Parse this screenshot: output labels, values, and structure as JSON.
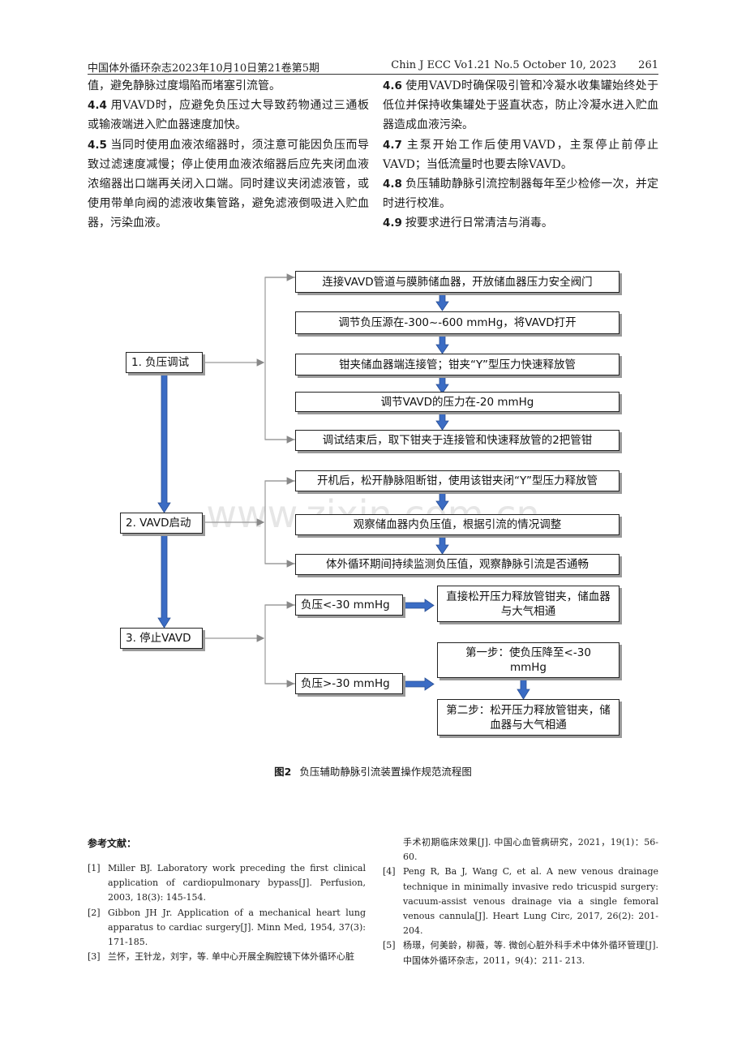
{
  "header": {
    "journal_cn": "中国体外循环杂志2023年10月10日第21卷第5期",
    "journal_en": "Chin J ECC Vo1.21 No.5 October 10, 2023",
    "page_number": "261"
  },
  "left_column": {
    "p0": "值，避免静脉过度塌陷而堵塞引流管。",
    "p1_num": "4.4",
    "p1": "用VAVD时，应避免负压过大导致药物通过三通板或输液端进入贮血器速度加快。",
    "p2_num": "4.5",
    "p2": "当同时使用血液浓缩器时，须注意可能因负压而导致过滤速度减慢；停止使用血液浓缩器后应先夹闭血液浓缩器出口端再关闭入口端。同时建议夹闭滤液管，或使用带单向阀的滤液收集管路，避免滤液倒吸进入贮血器，污染血液。"
  },
  "right_column": {
    "p1_num": "4.6",
    "p1": "使用VAVD时确保吸引管和冷凝水收集罐始终处于低位并保持收集罐处于竖直状态，防止冷凝水进入贮血器造成血液污染。",
    "p2_num": "4.7",
    "p2": "主泵开始工作后使用VAVD，主泵停止前停止VAVD；当低流量时也要去除VAVD。",
    "p3_num": "4.8",
    "p3": "负压辅助静脉引流控制器每年至少检修一次，并定时进行校准。",
    "p4_num": "4.9",
    "p4": "按要求进行日常清洁与消毒。"
  },
  "flowchart": {
    "stage1": "1. 负压调试",
    "stage2": "2. VAVD启动",
    "stage3": "3. 停止VAVD",
    "s1_steps": [
      "连接VAVD管道与膜肺储血器，开放储血器压力安全阀门",
      "调节负压源在-300~-600 mmHg，将VAVD打开",
      "钳夹储血器端连接管；钳夹“Y”型压力快速释放管",
      "调节VAVD的压力在-20 mmHg",
      "调试结束后，取下钳夹于连接管和快速释放管的2把管钳"
    ],
    "s2_steps": [
      "开机后，松开静脉阻断钳，使用该钳夹闭“Y”型压力释放管",
      "观察储血器内负压值，根据引流的情况调整",
      "体外循环期间持续监测负压值，观察静脉引流是否通畅"
    ],
    "cond_a": "负压<-30 mmHg",
    "cond_a_action": "直接松开压力释放管钳夹，储血器与大气相通",
    "cond_b": "负压>-30 mmHg",
    "cond_b_step1": "第一步：使负压降至<-30 mmHg",
    "cond_b_step2": "第二步：松开压力释放管钳夹，储血器与大气相通",
    "arrow_color": "#3b6cc4",
    "watermark": "www.zixin.com.cn"
  },
  "caption": {
    "fig_label": "图2",
    "fig_text": "负压辅助静脉引流装置操作规范流程图"
  },
  "references": {
    "title": "参考文献：",
    "items": [
      {
        "num": "[1]",
        "text": "Miller BJ. Laboratory work preceding the first clinical application of cardiopulmonary bypass[J]. Perfusion, 2003, 18(3): 145-154."
      },
      {
        "num": "[2]",
        "text": "Gibbon JH Jr. Application of a mechanical heart lung apparatus to cardiac surgery[J]. Minn Med, 1954, 37(3): 171-185."
      },
      {
        "num": "[3]",
        "text": "兰怀，王针龙，刘宇，等. 单中心开展全胸腔镜下体外循环心脏"
      },
      {
        "num": "",
        "text": "手术初期临床效果[J]. 中国心血管病研究，2021，19(1)：56-60."
      },
      {
        "num": "[4]",
        "text": "Peng R, Ba J, Wang C, et al. A new venous drainage technique in minimally invasive redo tricuspid surgery: vacuum-assist venous drainage via a single femoral venous cannula[J]. Heart Lung Circ, 2017, 26(2): 201-204."
      },
      {
        "num": "[5]",
        "text": "杨璟，何美龄，柳薇，等. 微创心脏外科手术中体外循环管理[J]. 中国体外循环杂志，2011，9(4)：211- 213."
      }
    ]
  }
}
